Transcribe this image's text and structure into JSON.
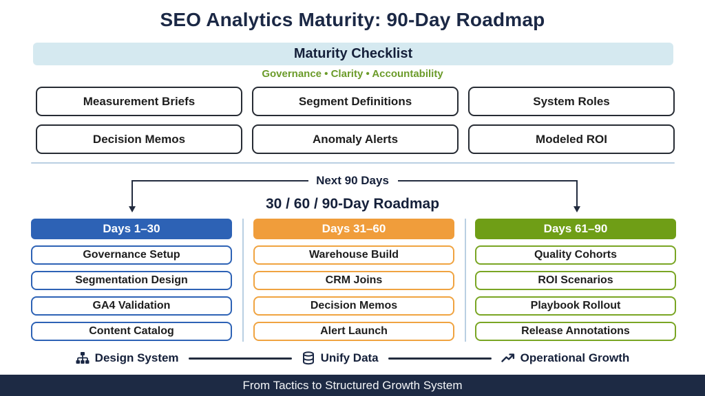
{
  "page": {
    "title": "SEO Analytics Maturity: 90-Day Roadmap",
    "footer": "From Tactics to Structured Growth System"
  },
  "checklist": {
    "banner": "Maturity Checklist",
    "subtitle": "Governance • Clarity • Accountability",
    "rows": [
      [
        "Measurement Briefs",
        "Segment Definitions",
        "System Roles"
      ],
      [
        "Decision Memos",
        "Anomaly Alerts",
        "Modeled ROI"
      ]
    ]
  },
  "roadmap": {
    "bracket_label": "Next 90 Days",
    "heading": "30 / 60 / 90-Day Roadmap",
    "columns": [
      {
        "header": "Days 1–30",
        "color": "#2d62b5",
        "items": [
          "Governance Setup",
          "Segmentation Design",
          "GA4 Validation",
          "Content Catalog"
        ]
      },
      {
        "header": "Days 31–60",
        "color": "#f09d3b",
        "items": [
          "Warehouse Build",
          "CRM Joins",
          "Decision Memos",
          "Alert Launch"
        ]
      },
      {
        "header": "Days 61–90",
        "color": "#6f9e16",
        "items": [
          "Quality Cohorts",
          "ROI Scenarios",
          "Playbook Rollout",
          "Release Annotations"
        ]
      }
    ]
  },
  "flow": {
    "steps": [
      {
        "icon": "org-chart-icon",
        "label": "Design System"
      },
      {
        "icon": "database-icon",
        "label": "Unify Data"
      },
      {
        "icon": "trending-up-icon",
        "label": "Operational Growth"
      }
    ]
  },
  "colors": {
    "title_navy": "#1b2845",
    "banner_bg": "#d5e9f0",
    "subtitle_green": "#6b9b2a",
    "box_border_dark": "#262b33",
    "divider_blue": "#b9cfe2",
    "col_blue": "#2d62b5",
    "col_orange": "#f09d3b",
    "col_green": "#6f9e16",
    "footer_bg": "#1d2a44"
  }
}
